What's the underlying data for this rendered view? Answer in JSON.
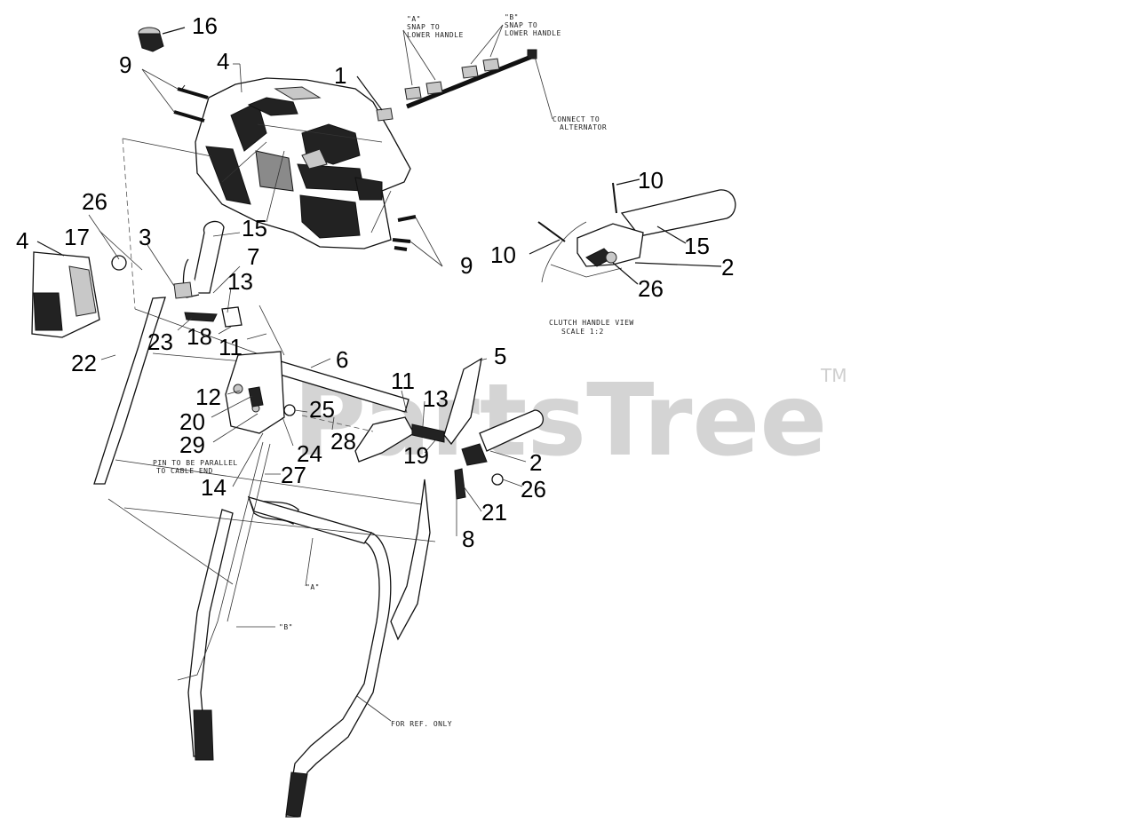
{
  "watermark": {
    "brand": "PartsTree",
    "trademark": "TM"
  },
  "notes": {
    "snap_a_1": "\"A\"",
    "snap_a_2": "SNAP TO",
    "snap_a_3": "LOWER HANDLE",
    "snap_b_1": "\"B\"",
    "snap_b_2": "SNAP TO",
    "snap_b_3": "LOWER HANDLE",
    "alt_1": "CONNECT TO",
    "alt_2": "ALTERNATOR",
    "clutch_1": "CLUTCH HANDLE VIEW",
    "clutch_2": "SCALE 1:2",
    "parallel_1": "PIN TO BE PARALLEL",
    "parallel_2": "TO CABLE END",
    "label_a": "\"A\"",
    "label_b": "\"B\"",
    "ref_only": "FOR REF. ONLY"
  },
  "callouts": [
    {
      "id": "c16",
      "text": "16"
    },
    {
      "id": "c9a",
      "text": "9"
    },
    {
      "id": "c4a",
      "text": "4"
    },
    {
      "id": "c1",
      "text": "1"
    },
    {
      "id": "c10a",
      "text": "10"
    },
    {
      "id": "c26a",
      "text": "26"
    },
    {
      "id": "c15a",
      "text": "15"
    },
    {
      "id": "c4b",
      "text": "4"
    },
    {
      "id": "c17",
      "text": "17"
    },
    {
      "id": "c3",
      "text": "3"
    },
    {
      "id": "c7",
      "text": "7"
    },
    {
      "id": "c9b",
      "text": "9"
    },
    {
      "id": "c10b",
      "text": "10"
    },
    {
      "id": "c15b",
      "text": "15"
    },
    {
      "id": "c2a",
      "text": "2"
    },
    {
      "id": "c13a",
      "text": "13"
    },
    {
      "id": "c26b",
      "text": "26"
    },
    {
      "id": "c18",
      "text": "18"
    },
    {
      "id": "c23",
      "text": "23"
    },
    {
      "id": "c11a",
      "text": "11"
    },
    {
      "id": "c22",
      "text": "22"
    },
    {
      "id": "c6",
      "text": "6"
    },
    {
      "id": "c5",
      "text": "5"
    },
    {
      "id": "c11b",
      "text": "11"
    },
    {
      "id": "c12",
      "text": "12"
    },
    {
      "id": "c13b",
      "text": "13"
    },
    {
      "id": "c25",
      "text": "25"
    },
    {
      "id": "c20",
      "text": "20"
    },
    {
      "id": "c29",
      "text": "29"
    },
    {
      "id": "c28",
      "text": "28"
    },
    {
      "id": "c24",
      "text": "24"
    },
    {
      "id": "c19",
      "text": "19"
    },
    {
      "id": "c2b",
      "text": "2"
    },
    {
      "id": "c14",
      "text": "14"
    },
    {
      "id": "c27",
      "text": "27"
    },
    {
      "id": "c26c",
      "text": "26"
    },
    {
      "id": "c21",
      "text": "21"
    },
    {
      "id": "c8",
      "text": "8"
    }
  ]
}
